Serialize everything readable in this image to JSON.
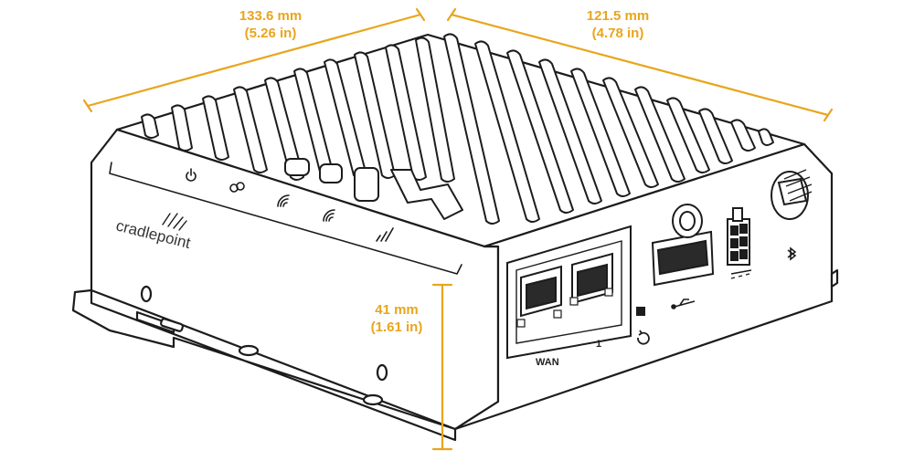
{
  "dimensions": {
    "length": {
      "metric": "133.6 mm",
      "imperial": "(5.26 in)"
    },
    "width": {
      "metric": "121.5 mm",
      "imperial": "(4.78 in)"
    },
    "height": {
      "metric": "41 mm",
      "imperial": "(1.61 in)"
    }
  },
  "device": {
    "brand": "cradlepoint",
    "ports": {
      "wan_label": "WAN",
      "lan_label": "1"
    }
  },
  "icons": {
    "front_leds": [
      "power-icon",
      "sim-icon",
      "wifi-icon",
      "wifi-icon",
      "signal-icon"
    ],
    "back": [
      "reset-icon",
      "usb-icon",
      "power-connector-icon",
      "dc-icon",
      "bluetooth-icon",
      "antenna-connector-icon"
    ]
  },
  "colors": {
    "dimension": "#e9a51c",
    "outline": "#1c1c1c",
    "body": "#ffffff"
  }
}
